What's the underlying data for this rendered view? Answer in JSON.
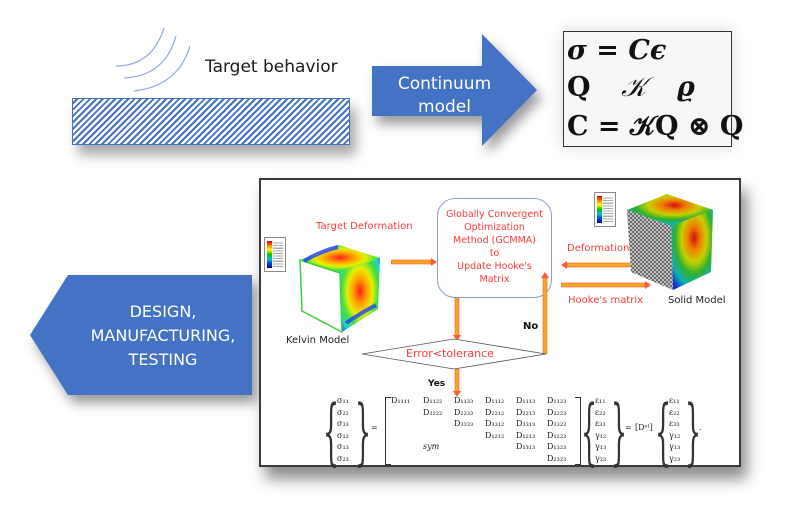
{
  "top": {
    "target_label": "Target behavior",
    "arrow_label_line1": "Continuum",
    "arrow_label_line2": "model",
    "equations": {
      "eq1": "σ = Cϵ",
      "eq2_q": "Q",
      "eq2_k": "𝒦",
      "eq2_rho": "ϱ",
      "eq3": "C = 𝒦Q ⊗ Q"
    }
  },
  "left_arrow": {
    "line1": "DESIGN,",
    "line2": "MANUFACTURING,",
    "line3": "TESTING"
  },
  "panel": {
    "target_deformation": "Target Deformation",
    "kelvin_model": "Kelvin Model",
    "gcmma_lines": [
      "Globally Convergent",
      "Optimization",
      "Method (GCMMA)",
      "to",
      "Update Hooke's",
      "Matrix"
    ],
    "deformation": "Deformation",
    "hookes_matrix": "Hooke's matrix",
    "solid_model": "Solid Model",
    "decision": "Error<tolerance",
    "no": "No",
    "yes": "Yes",
    "matrix": {
      "sigma": [
        "σ₁₁",
        "σ₂₂",
        "σ₃₃",
        "σ₁₂",
        "σ₁₃",
        "σ₂₃"
      ],
      "eps": [
        "ε₁₁",
        "ε₂₂",
        "ε₃₃",
        "γ₁₂",
        "γ₁₃",
        "γ₂₃"
      ],
      "cols": [
        [
          "D₁₁₁₁",
          "",
          "",
          "",
          "",
          ""
        ],
        [
          "D₁₁₂₂",
          "D₂₂₂₂",
          "",
          "",
          "sym",
          ""
        ],
        [
          "D₁₁₃₃",
          "D₂₂₃₃",
          "D₃₃₃₃",
          "",
          "",
          ""
        ],
        [
          "D₁₁₁₂",
          "D₂₂₁₂",
          "D₃₃₁₂",
          "D₁₂₁₂",
          "",
          ""
        ],
        [
          "D₁₁₁₃",
          "D₂₂₁₃",
          "D₃₃₁₃",
          "D₁₂₁₃",
          "D₁₃₁₃",
          ""
        ],
        [
          "D₁₁₂₃",
          "D₂₂₂₃",
          "D₃₃₂₃",
          "D₁₂₂₃",
          "D₁₃₂₃",
          "D₂₃₂₃"
        ]
      ],
      "equals": "=",
      "del": "[Dᵉˡ]",
      "period": "."
    }
  },
  "colors": {
    "arrow_blue": "#4472c4",
    "flow_orange": "#f5a623",
    "label_red": "#ff3b3b"
  }
}
